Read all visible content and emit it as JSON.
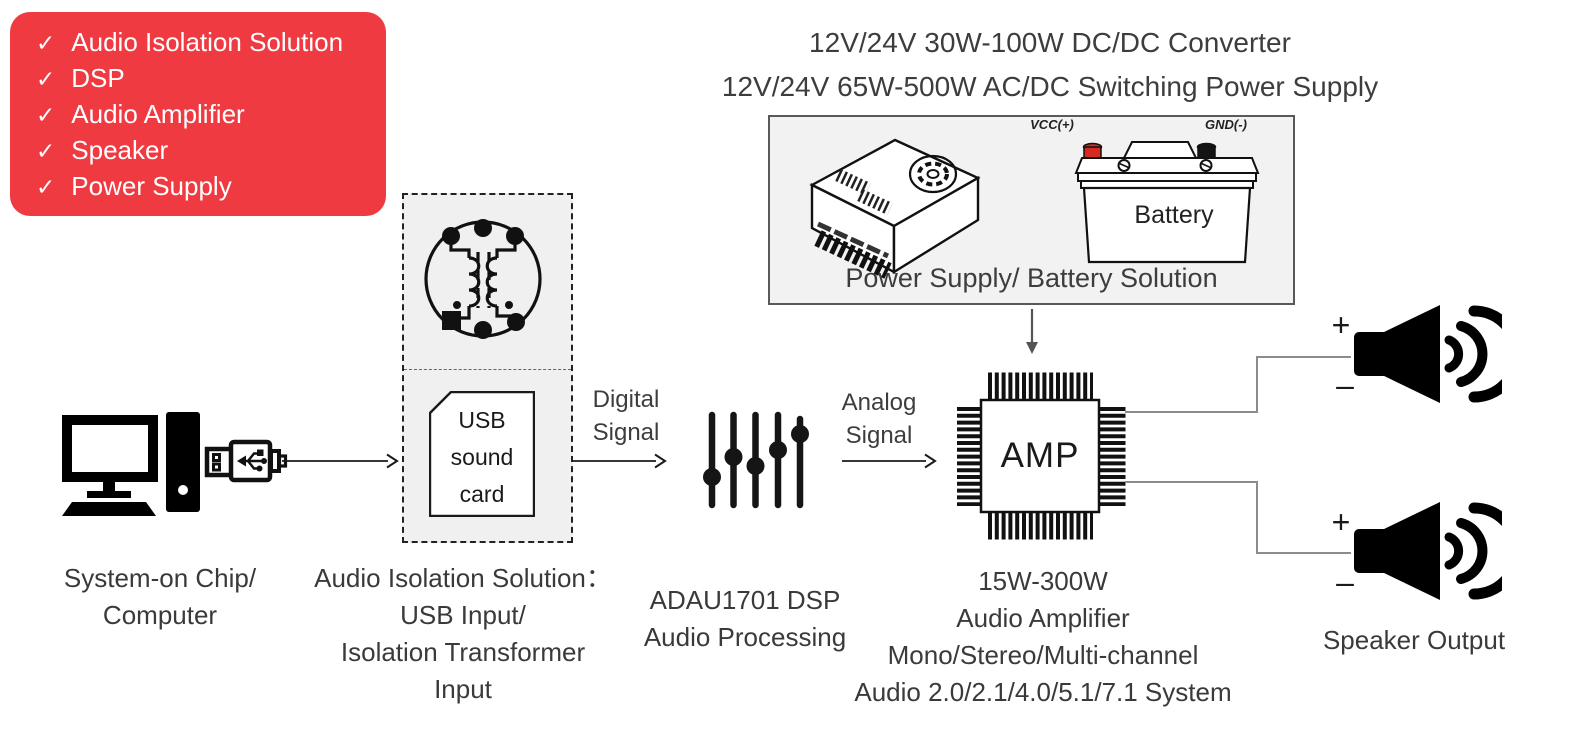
{
  "checklist": {
    "check_glyph": "✓",
    "bg_color": "#ef3a41",
    "items": [
      "Audio Isolation Solution",
      "DSP",
      "Audio Amplifier",
      "Speaker",
      "Power Supply"
    ]
  },
  "heading": {
    "line1": "12V/24V 30W-100W DC/DC Converter",
    "line2": "12V/24V 65W-500W AC/DC Switching Power Supply"
  },
  "power_box": {
    "vcc_label": "VCC(+)",
    "gnd_label": "GND(-)",
    "battery_label": "Battery",
    "caption": "Power Supply/ Battery Solution"
  },
  "flow": {
    "usb_sound_card": [
      "USB",
      "sound",
      "card"
    ],
    "digital_signal": [
      "Digital",
      "Signal"
    ],
    "analog_signal": [
      "Analog",
      "Signal"
    ],
    "amp_label": "AMP"
  },
  "speakers": {
    "plus": "+",
    "minus": "–"
  },
  "captions": {
    "soc": [
      "System-on Chip/",
      "Computer"
    ],
    "isolation": [
      "Audio Isolation Solution：",
      "USB Input/",
      "Isolation Transformer",
      "Input"
    ],
    "dsp": [
      "ADAU1701 DSP",
      "Audio Processing"
    ],
    "amplifier": [
      "15W-300W",
      "Audio Amplifier",
      "Mono/Stereo/Multi-channel",
      "Audio 2.0/2.1/4.0/5.1/7.1 System"
    ],
    "speaker_output": "Speaker Output"
  },
  "colors": {
    "accent_red": "#ef3a41",
    "terminal_red": "#d42a20",
    "terminal_black": "#141414",
    "wire_gray": "#8c8c8c",
    "text_gray": "#3d3d3d"
  }
}
